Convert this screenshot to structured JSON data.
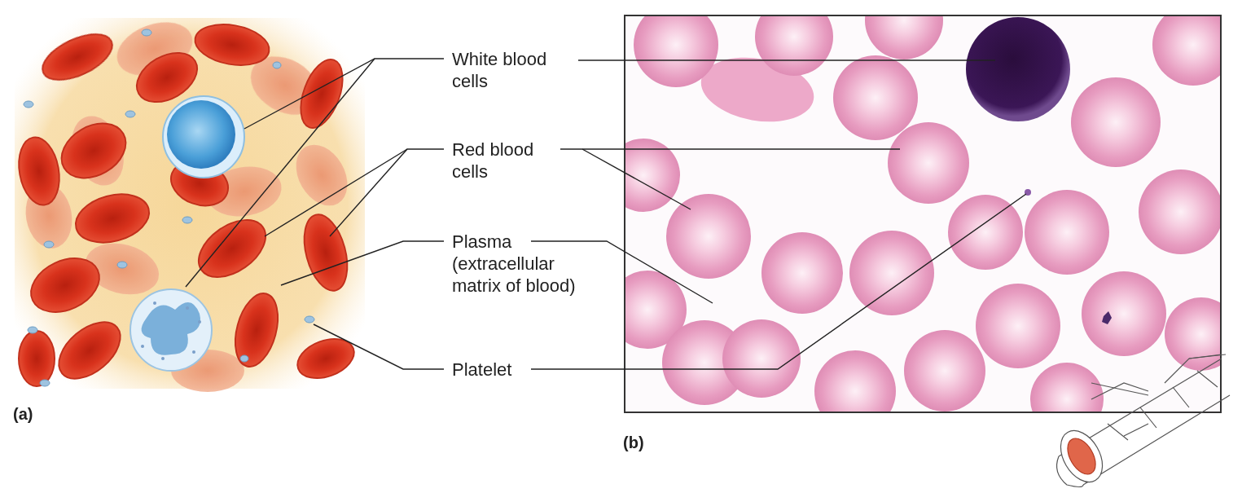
{
  "diagram": {
    "labels": [
      "White blood cells",
      "Red blood cells",
      "Plasma (extracellular matrix of blood)",
      "Platelet",
      "(a)",
      "(b)"
    ]
  }
}
